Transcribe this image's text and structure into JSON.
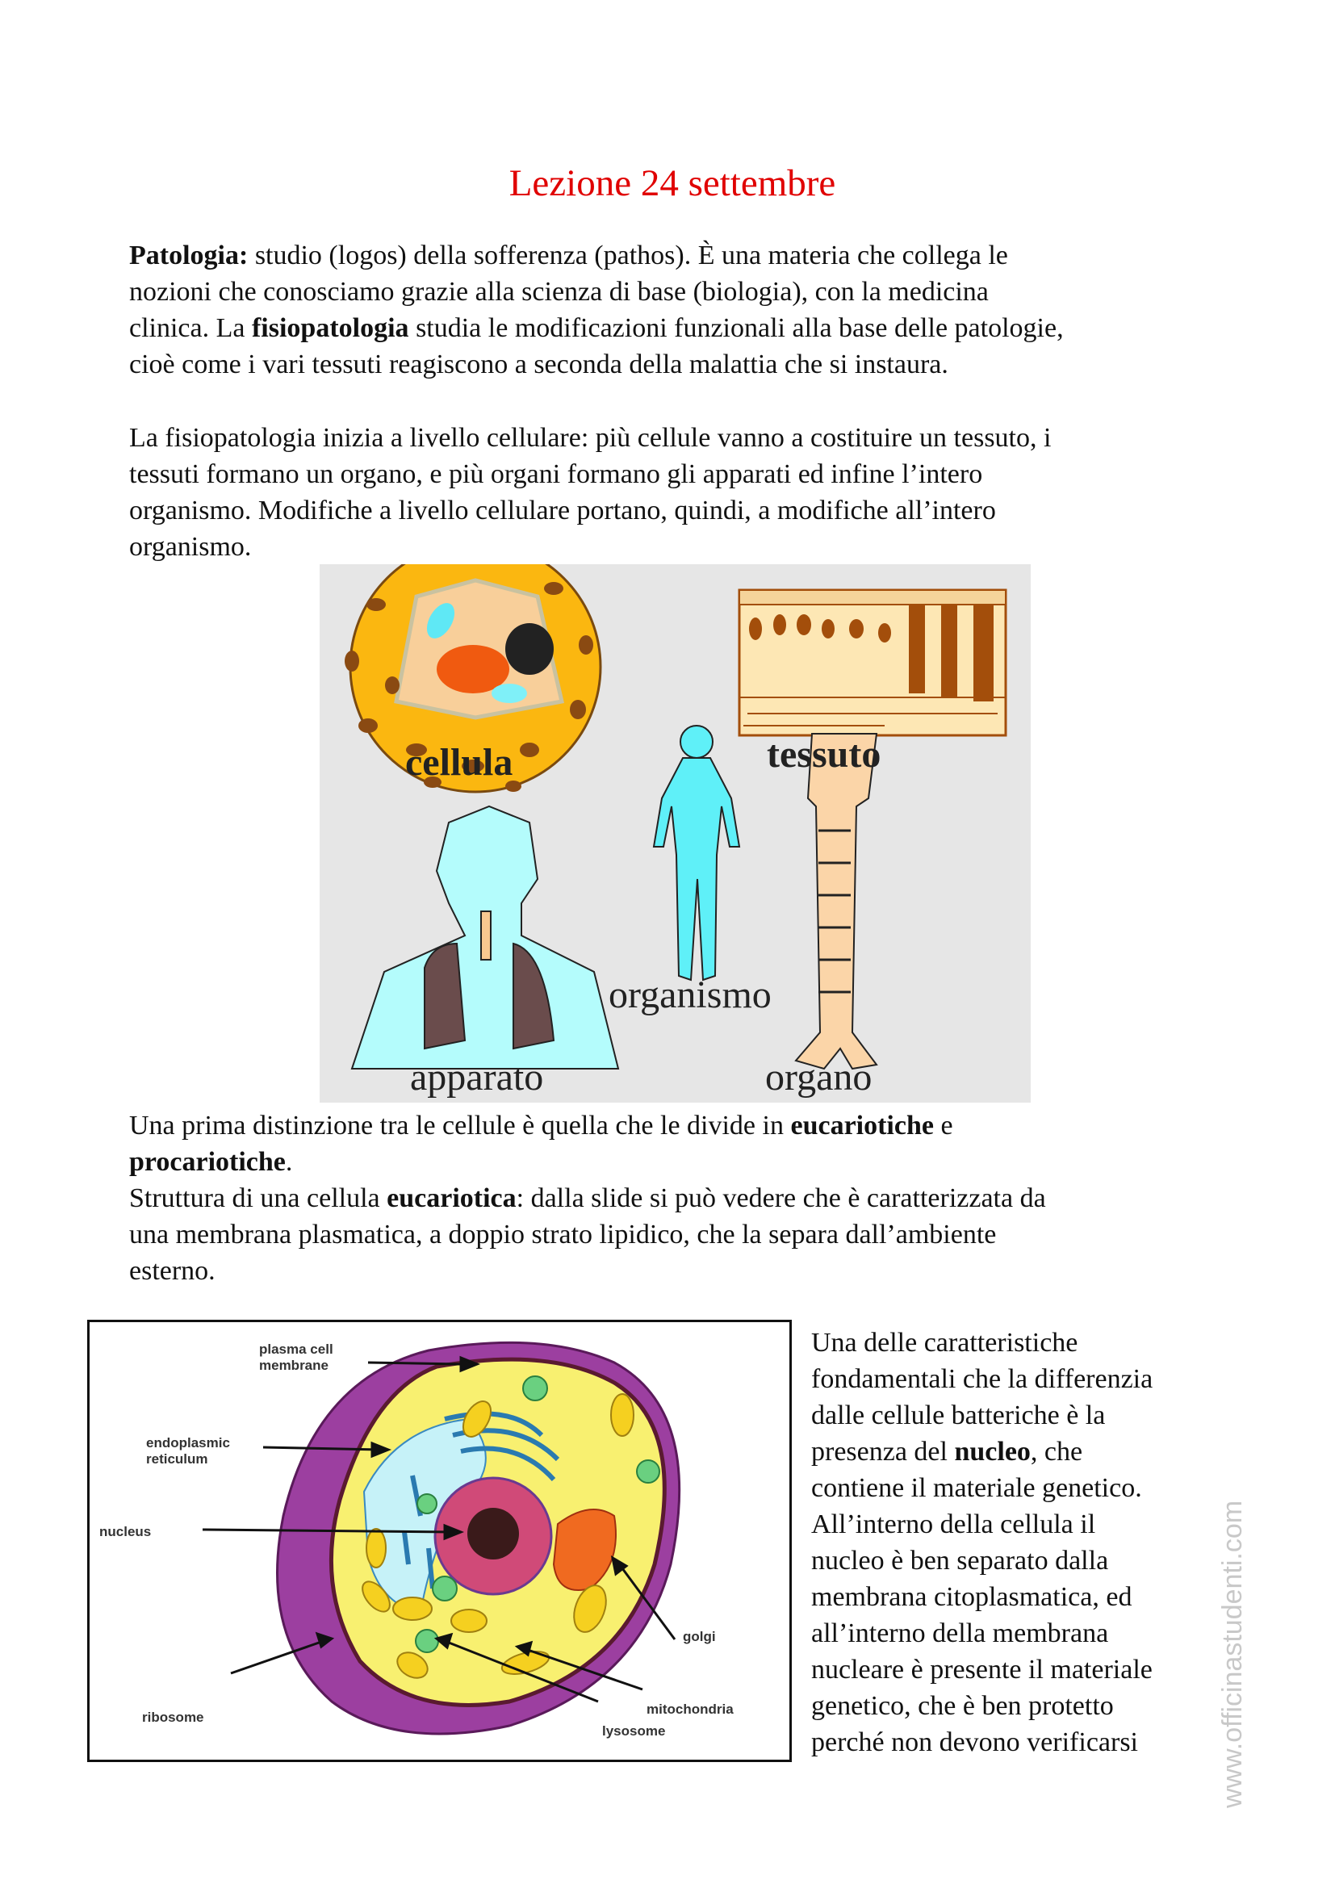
{
  "title": "Lezione 24 settembre",
  "paragraphs": {
    "p1": [
      [
        {
          "t": "Patologia:",
          "b": true
        },
        {
          "t": " studio (logos) della sofferenza (pathos). È una materia che collega le"
        }
      ],
      [
        {
          "t": "nozioni che conosciamo grazie alla scienza di base (biologia), con la medicina"
        }
      ],
      [
        {
          "t": "clinica. La "
        },
        {
          "t": "fisiopatologia",
          "b": true
        },
        {
          "t": " studia le modificazioni funzionali alla base delle patologie,"
        }
      ],
      [
        {
          "t": "cioè come i vari tessuti reagiscono a seconda della malattia che si instaura."
        }
      ]
    ],
    "p2": [
      [
        {
          "t": "La fisiopatologia inizia a livello cellulare: più cellule vanno a costituire un tessuto, i"
        }
      ],
      [
        {
          "t": "tessuti formano un organo, e più organi formano gli apparati ed infine l’intero"
        }
      ],
      [
        {
          "t": "organismo. Modifiche a livello cellulare portano, quindi, a modifiche all’intero"
        }
      ],
      [
        {
          "t": "organismo."
        }
      ]
    ],
    "p3": [
      [
        {
          "t": "Una prima distinzione tra le cellule è quella che le divide in "
        },
        {
          "t": "eucariotiche",
          "b": true
        },
        {
          "t": " e"
        }
      ],
      [
        {
          "t": "procariotiche",
          "b": true
        },
        {
          "t": "."
        }
      ],
      [
        {
          "t": "Struttura di una cellula "
        },
        {
          "t": "eucariotica",
          "b": true
        },
        {
          "t": ": dalla slide si può vedere che è caratterizzata da"
        }
      ],
      [
        {
          "t": "una membrana plasmatica, a doppio strato lipidico, che la separa dall’ambiente"
        }
      ],
      [
        {
          "t": "esterno."
        }
      ]
    ],
    "side": [
      [
        {
          "t": "Una delle caratteristiche"
        }
      ],
      [
        {
          "t": "fondamentali che la differenzia"
        }
      ],
      [
        {
          "t": "dalle cellule batteriche è la"
        }
      ],
      [
        {
          "t": "presenza del "
        },
        {
          "t": "nucleo",
          "b": true
        },
        {
          "t": ", che"
        }
      ],
      [
        {
          "t": "contiene il materiale genetico."
        }
      ],
      [
        {
          "t": "All’interno della cellula il"
        }
      ],
      [
        {
          "t": "nucleo è ben separato dalla"
        }
      ],
      [
        {
          "t": "membrana citoplasmatica, ed"
        }
      ],
      [
        {
          "t": "all’interno della membrana"
        }
      ],
      [
        {
          "t": "nucleare è presente il materiale"
        }
      ],
      [
        {
          "t": "genetico, che è ben protetto"
        }
      ],
      [
        {
          "t": "perché non devono verificarsi"
        }
      ]
    ]
  },
  "figure1": {
    "labels": {
      "cellula": "cellula",
      "tessuto": "tessuto",
      "organismo": "organismo",
      "apparato": "apparato",
      "organo": "organo"
    }
  },
  "figure2": {
    "labels": {
      "plasma": "plasma cell membrane",
      "er": "endoplasmic reticulum",
      "nucleus": "nucleus",
      "ribosome": "ribosome",
      "golgi": "golgi",
      "mitochondria": "mitochondria",
      "lysosome": "lysosome"
    }
  },
  "watermark": "www.officinastudenti.com",
  "colors": {
    "title": "#e00000",
    "watermark": "#c8c8c8"
  }
}
